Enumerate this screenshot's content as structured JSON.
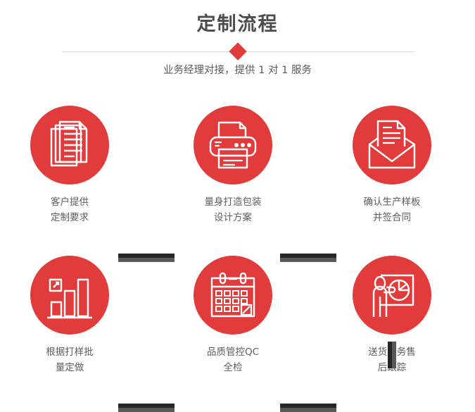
{
  "header": {
    "title": "定制流程",
    "subtitle": "业务经理对接，提供 1 对 1 服务",
    "diamond_color": "#e23b3b",
    "divider_color": "#d8d8d8",
    "title_color": "#4d4d4d",
    "subtitle_color": "#5a5a5a"
  },
  "theme": {
    "accent": "#e23b3b",
    "connector_dark": "#262626",
    "connector_light": "#595959",
    "label_color": "#5d5d5d",
    "background": "#ffffff"
  },
  "steps": [
    {
      "index": "1",
      "icon": "documents-icon",
      "label": "客户提供\n定制要求"
    },
    {
      "index": "2",
      "icon": "printer-icon",
      "label": "量身打造包装\n设计方案"
    },
    {
      "index": "3",
      "icon": "envelope-icon",
      "label": "确认生产样板\n并签合同"
    },
    {
      "index": "4",
      "icon": "bar-chart-icon",
      "label": "根据打样批\n量定做"
    },
    {
      "index": "5",
      "icon": "calendar-icon",
      "label": "品质管控QC\n全检"
    },
    {
      "index": "6",
      "icon": "presentation-icon",
      "label": "送货服务售\n后跟踪"
    }
  ],
  "connectors": [
    {
      "name": "connector-1-2",
      "orientation": "horizontal"
    },
    {
      "name": "connector-2-3",
      "orientation": "horizontal"
    },
    {
      "name": "connector-3-4",
      "orientation": "vertical"
    },
    {
      "name": "connector-4-5",
      "orientation": "horizontal"
    },
    {
      "name": "connector-5-6",
      "orientation": "horizontal"
    }
  ]
}
